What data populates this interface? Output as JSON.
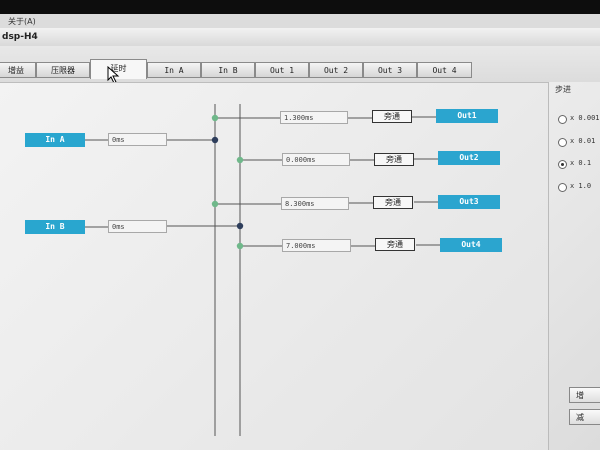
{
  "window": {
    "menu_text": "关于(A)",
    "title": "dsp-H4"
  },
  "tabs": [
    {
      "label": "增益"
    },
    {
      "label": "压限器"
    },
    {
      "label": "延时"
    },
    {
      "label": "In A"
    },
    {
      "label": "In B"
    },
    {
      "label": "Out 1"
    },
    {
      "label": "Out 2"
    },
    {
      "label": "Out 3"
    },
    {
      "label": "Out 4"
    }
  ],
  "active_tab": "延时",
  "inputs": [
    {
      "label": "In A",
      "delay": "0ms"
    },
    {
      "label": "In B",
      "delay": "0ms"
    }
  ],
  "outputs": [
    {
      "label": "Out1",
      "delay": "1.300ms",
      "bypass_label": "旁通"
    },
    {
      "label": "Out2",
      "delay": "0.000ms",
      "bypass_label": "旁通"
    },
    {
      "label": "Out3",
      "delay": "8.300ms",
      "bypass_label": "旁通"
    },
    {
      "label": "Out4",
      "delay": "7.000ms",
      "bypass_label": "旁通"
    }
  ],
  "step_panel": {
    "title": "步进",
    "options": [
      {
        "label": "x 0.001",
        "selected": false
      },
      {
        "label": "x 0.01",
        "selected": false
      },
      {
        "label": "x 0.1",
        "selected": true
      },
      {
        "label": "x 1.0",
        "selected": false
      }
    ],
    "increase_label": "增",
    "decrease_label": "减"
  },
  "colors": {
    "accent_block": "#29a6cf",
    "node_green": "#6fb88a",
    "node_dark": "#2e3e5c"
  }
}
